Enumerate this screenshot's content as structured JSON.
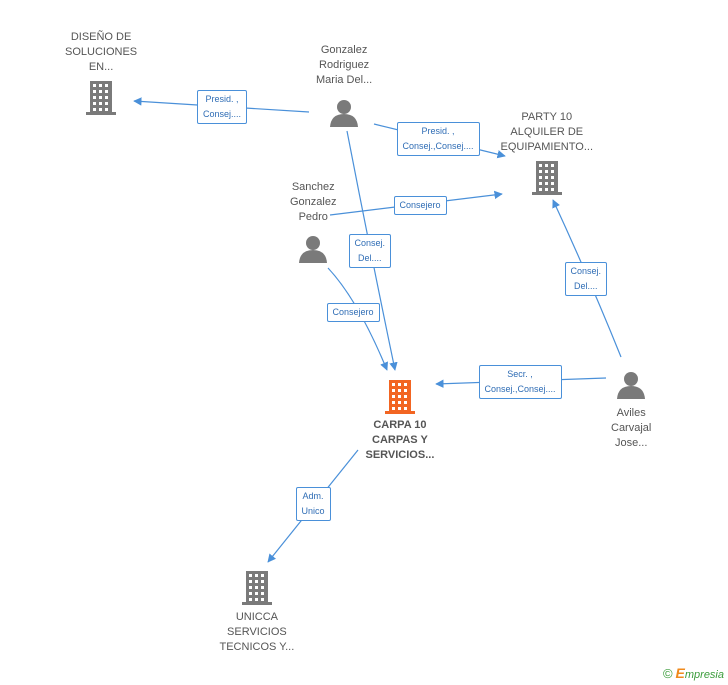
{
  "nodes": [
    {
      "id": "diseno",
      "kind": "company",
      "lines": [
        "DISEÑO DE",
        "SOLUCIONES",
        "EN..."
      ]
    },
    {
      "id": "gonzalez",
      "kind": "person",
      "lines": [
        "Gonzalez",
        "Rodriguez",
        "Maria Del..."
      ]
    },
    {
      "id": "party10",
      "kind": "company",
      "lines": [
        "PARTY 10",
        "ALQUILER DE",
        "EQUIPAMIENTO..."
      ]
    },
    {
      "id": "sanchez",
      "kind": "person",
      "lines": [
        "Sanchez",
        "Gonzalez",
        "Pedro"
      ]
    },
    {
      "id": "carpa10",
      "kind": "company-main",
      "lines": [
        "CARPA 10",
        "CARPAS Y",
        "SERVICIOS..."
      ]
    },
    {
      "id": "aviles",
      "kind": "person",
      "lines": [
        "Aviles",
        "Carvajal",
        "Jose..."
      ]
    },
    {
      "id": "unicca",
      "kind": "company",
      "lines": [
        "UNICCA",
        "SERVICIOS",
        "TECNICOS Y..."
      ]
    }
  ],
  "edges": [
    {
      "id": "e1",
      "from": "gonzalez",
      "to": "diseno",
      "label": [
        "Presid. ,",
        "Consej...."
      ]
    },
    {
      "id": "e2",
      "from": "gonzalez",
      "to": "party10",
      "label": [
        "Presid. ,",
        "Consej.,Consej...."
      ]
    },
    {
      "id": "e3",
      "from": "sanchez",
      "to": "party10",
      "label": [
        "Consejero"
      ]
    },
    {
      "id": "e4",
      "from": "gonzalez",
      "to": "carpa10",
      "label": [
        "Consej.",
        "Del...."
      ]
    },
    {
      "id": "e5",
      "from": "sanchez",
      "to": "carpa10",
      "label": [
        "Consejero"
      ]
    },
    {
      "id": "e6",
      "from": "aviles",
      "to": "party10",
      "label": [
        "Consej.",
        "Del...."
      ]
    },
    {
      "id": "e7",
      "from": "aviles",
      "to": "carpa10",
      "label": [
        "Secr. ,",
        "Consej.,Consej...."
      ]
    },
    {
      "id": "e8",
      "from": "carpa10",
      "to": "unicca",
      "label": [
        "Adm.",
        "Unico"
      ]
    }
  ],
  "colors": {
    "edge": "#4a90d9",
    "company": "#7a7a7a",
    "main_company": "#f26522",
    "person": "#7a7a7a"
  },
  "footer": {
    "copyright": "©",
    "brand_first": "E",
    "brand_rest": "mpresia"
  }
}
